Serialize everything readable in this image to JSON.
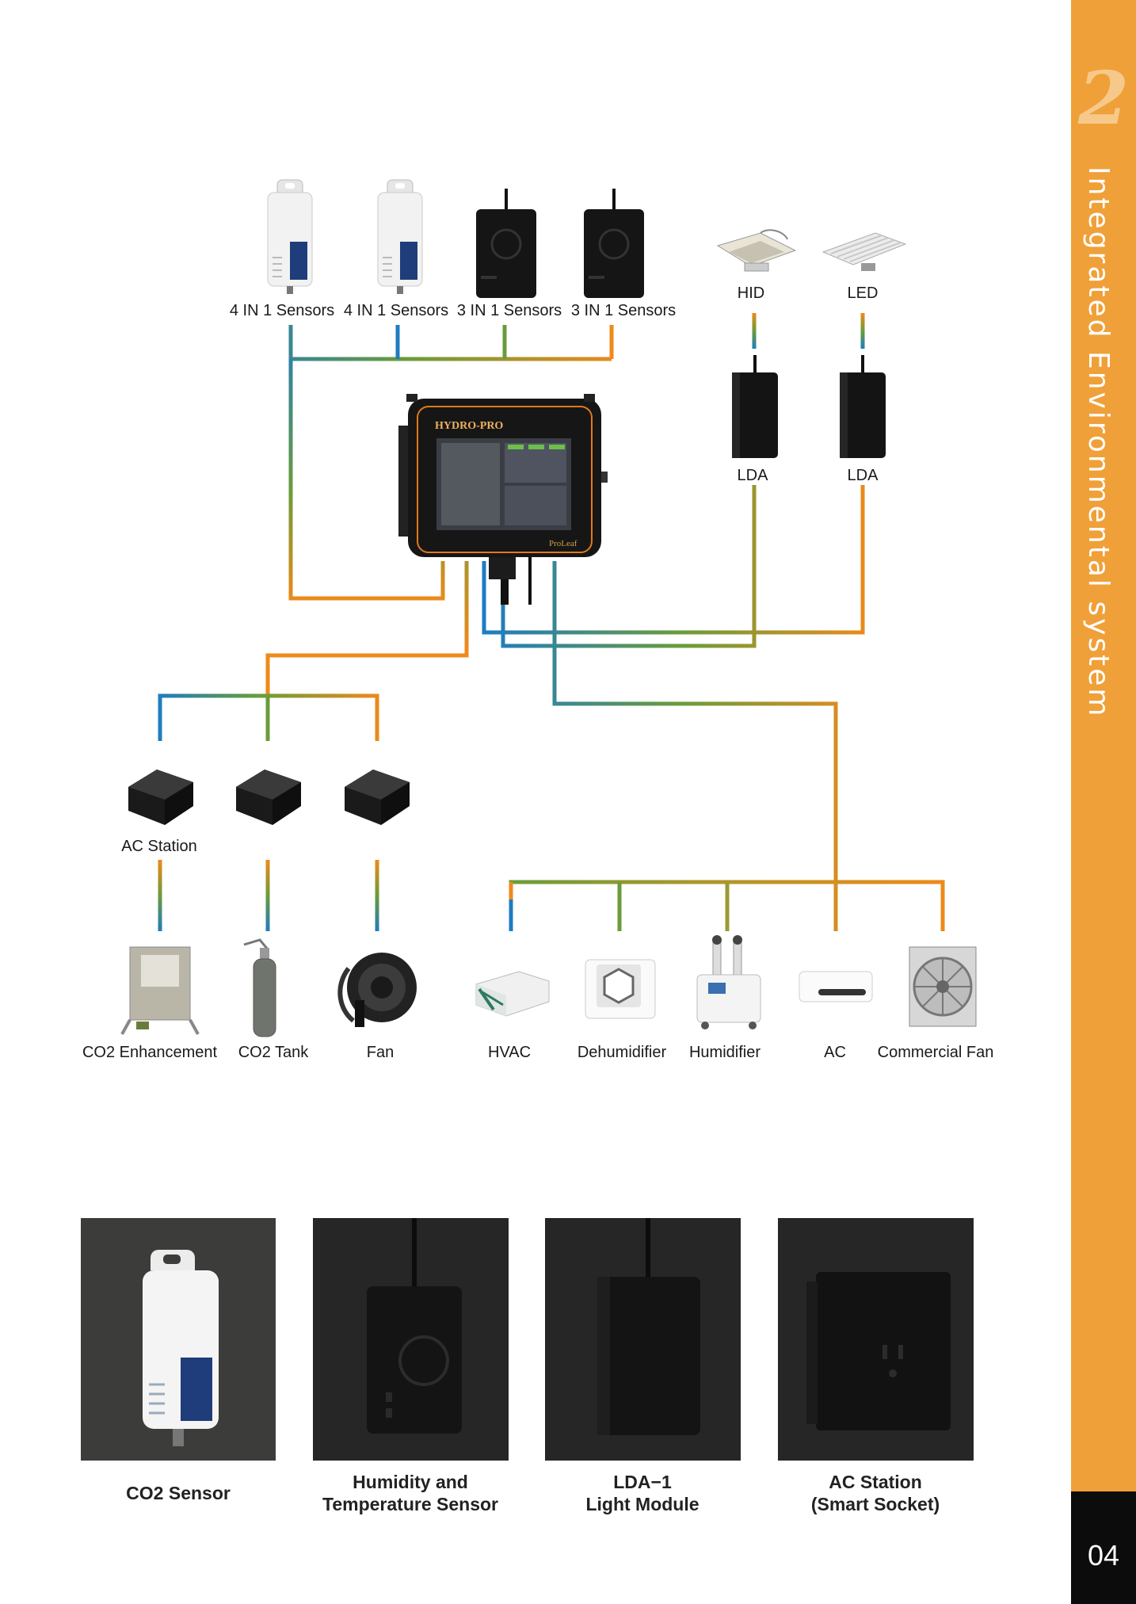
{
  "sidebar": {
    "number": "2",
    "title": "Integrated Environmental system",
    "page_number": "04",
    "color": "#f0a038"
  },
  "wire_colors": {
    "blue": "#1f7cc0",
    "green": "#6a9c3a",
    "orange": "#ee8a1a"
  },
  "controller": {
    "brand": "HYDRO-PRO",
    "logo": "ProLeaf"
  },
  "sensors": [
    "4 IN 1 Sensors",
    "4 IN 1 Sensors",
    "3 IN 1 Sensors",
    "3 IN 1 Sensors"
  ],
  "lights": [
    "HID",
    "LED"
  ],
  "light_modules": [
    "LDA",
    "LDA"
  ],
  "ac_station": "AC Station",
  "bottom_devices": [
    "CO2 Enhancement",
    "CO2 Tank",
    "Fan",
    "HVAC",
    "Dehumidifier",
    "Humidifier",
    "AC",
    "Commercial Fan"
  ],
  "products": [
    {
      "line1": "CO2 Sensor",
      "line2": ""
    },
    {
      "line1": "Humidity and",
      "line2": "Temperature Sensor"
    },
    {
      "line1": "LDA−1",
      "line2": "Light Module"
    },
    {
      "line1": "AC Station",
      "line2": "(Smart Socket)"
    }
  ]
}
